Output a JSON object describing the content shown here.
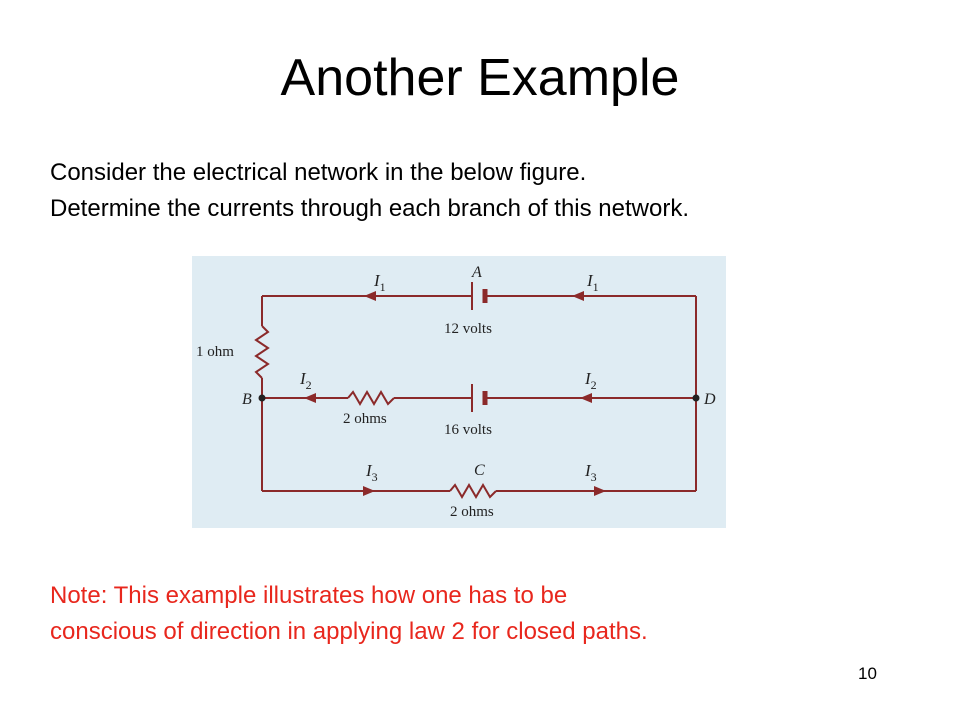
{
  "slide": {
    "title": "Another Example",
    "intro": [
      "Consider the electrical network in the below figure.",
      "Determine the currents through each branch of this network."
    ],
    "note": [
      "Note: This example illustrates how one has to be",
      "conscious of direction in applying law 2 for closed paths."
    ],
    "page_number": "10"
  },
  "figure": {
    "background_color": "#dfecf3",
    "wire_color": "#8b2a2a",
    "node_a": "A",
    "node_b": "B",
    "node_c": "C",
    "node_d": "D",
    "current_top": "I",
    "current_top_sub": "1",
    "current_mid": "I",
    "current_mid_sub": "2",
    "current_bottom": "I",
    "current_bottom_sub": "3",
    "battery_top_label": "12 volts",
    "battery_mid_label": "16 volts",
    "resistor_left_label": "1 ohm",
    "resistor_mid_label": "2 ohms",
    "resistor_bottom_label": "2 ohms"
  }
}
